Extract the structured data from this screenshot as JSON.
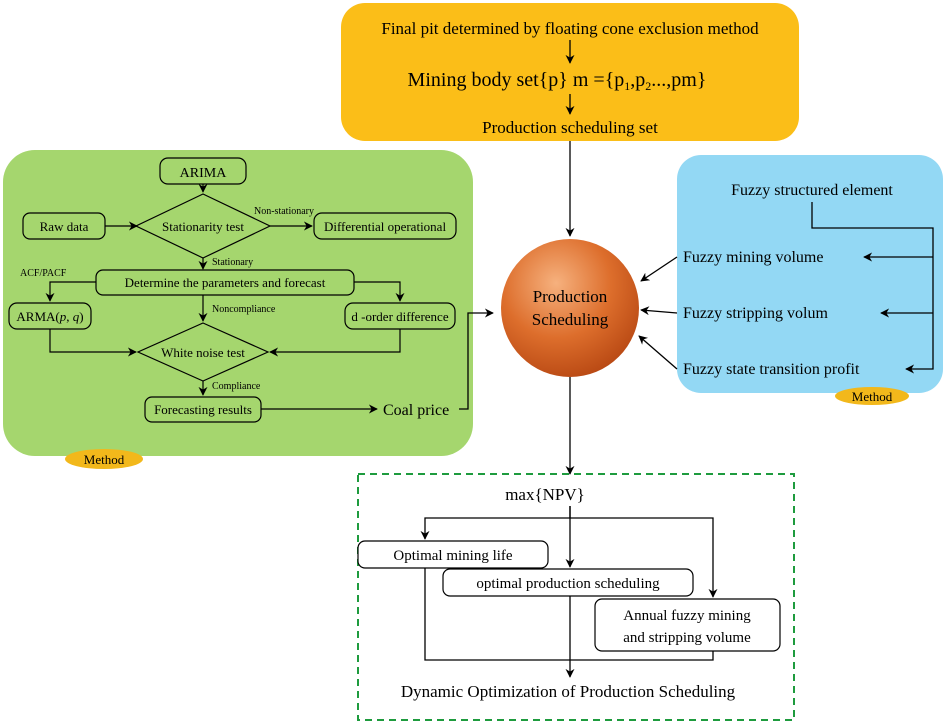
{
  "colors": {
    "orange_panel": "#FBBE18",
    "green_panel": "#A5D66E",
    "blue_panel": "#93D8F4",
    "sphere_light": "#F6B17E",
    "sphere_dark": "#B84813",
    "method_badge": "#F2B81B",
    "dashed_border": "#1E9B3E"
  },
  "top_panel": {
    "line1": "Final pit determined by floating cone exclusion method",
    "line2": "Mining body set{p}   m ={p",
    "line2_sub1": "1",
    "line2_mid1": ",p",
    "line2_sub2": "2",
    "line2_end": "...,pm}",
    "line3": "Production scheduling set"
  },
  "arima_panel": {
    "arima": "ARIMA",
    "raw_data": "Raw data",
    "stationarity_test": "Stationarity test",
    "non_stationary": "Non-stationary",
    "differential": "Differential operational",
    "stationary": "Stationary",
    "acf_pacf": "ACF/PACF",
    "determine": "Determine the parameters and forecast",
    "arma_prefix": "ARMA(",
    "arma_p": "p",
    "arma_sep": ", ",
    "arma_q": "q",
    "arma_suffix": ")",
    "noncompliance": "Noncompliance",
    "d_order": "d -order difference",
    "white_noise": "White noise test",
    "compliance": "Compliance",
    "forecasting": "Forecasting results",
    "coal_price": "Coal price",
    "method_badge": "Method"
  },
  "sphere": {
    "line1": "Production",
    "line2": "Scheduling"
  },
  "fuzzy_panel": {
    "element": "Fuzzy structured element",
    "mining_volume": "Fuzzy mining volume",
    "stripping_volume": "Fuzzy stripping volum",
    "transition_profit": "Fuzzy state transition profit",
    "method_badge": "Method"
  },
  "npv_box": {
    "max_npv": "max{NPV}",
    "mining_life": "Optimal mining life",
    "optimal_scheduling": "optimal production scheduling",
    "annual_line1": "Annual fuzzy mining",
    "annual_line2": "and stripping volume",
    "dynamic": "Dynamic Optimization of Production Scheduling"
  }
}
